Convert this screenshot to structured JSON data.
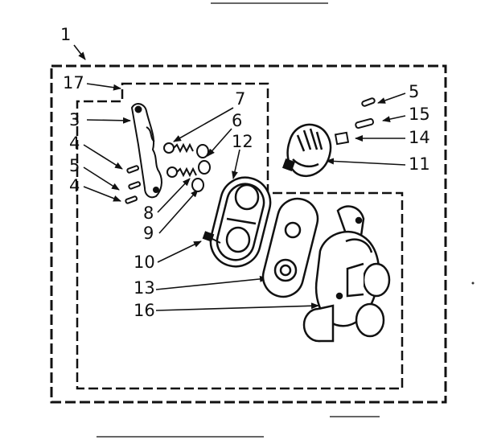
{
  "diagram": {
    "callouts": [
      {
        "id": "c1",
        "text": "1"
      },
      {
        "id": "c17",
        "text": "17"
      },
      {
        "id": "c3",
        "text": "3"
      },
      {
        "id": "c4a",
        "text": "4"
      },
      {
        "id": "c5a",
        "text": "5"
      },
      {
        "id": "c4b",
        "text": "4"
      },
      {
        "id": "c7",
        "text": "7"
      },
      {
        "id": "c6",
        "text": "6"
      },
      {
        "id": "c12",
        "text": "12"
      },
      {
        "id": "c8",
        "text": "8"
      },
      {
        "id": "c9",
        "text": "9"
      },
      {
        "id": "c10",
        "text": "10"
      },
      {
        "id": "c13",
        "text": "13"
      },
      {
        "id": "c16",
        "text": "16"
      },
      {
        "id": "c5b",
        "text": "5"
      },
      {
        "id": "c15",
        "text": "15"
      },
      {
        "id": "c14",
        "text": "14"
      },
      {
        "id": "c11",
        "text": "11"
      }
    ]
  }
}
